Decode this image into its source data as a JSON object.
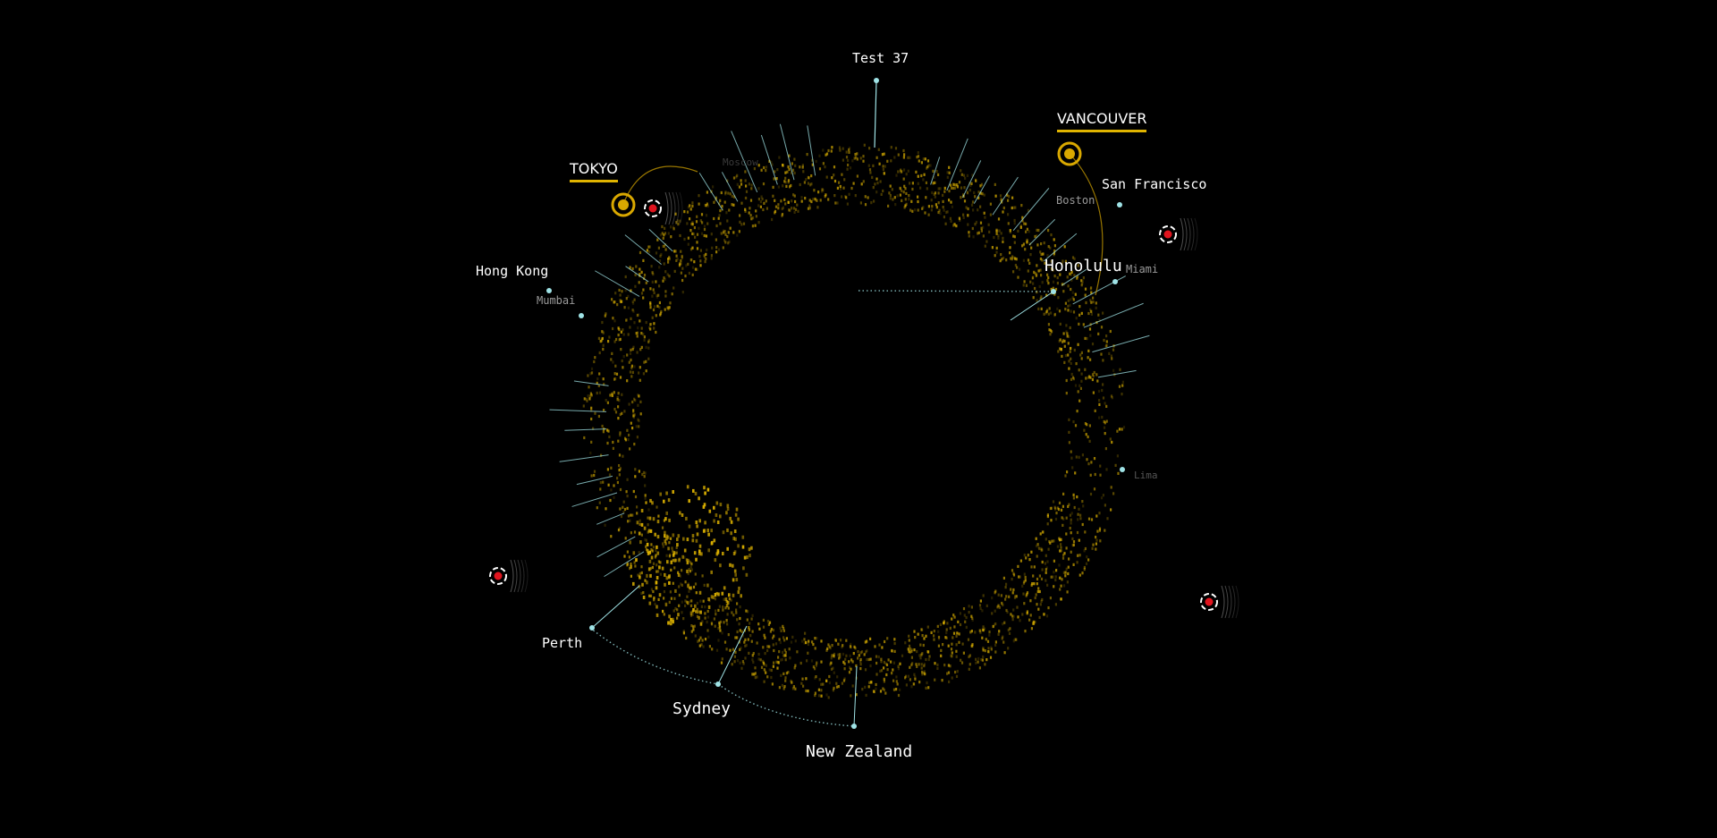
{
  "hubs": [
    {
      "id": "tokyo",
      "label": "TOKYO"
    },
    {
      "id": "vancouver",
      "label": "VANCOUVER"
    }
  ],
  "cities": [
    {
      "id": "test-37",
      "label": "Test 37"
    },
    {
      "id": "san-francisco",
      "label": "San Francisco"
    },
    {
      "id": "boston",
      "label": "Boston"
    },
    {
      "id": "honolulu",
      "label": "Honolulu"
    },
    {
      "id": "miami",
      "label": "Miami"
    },
    {
      "id": "hong-kong",
      "label": "Hong Kong"
    },
    {
      "id": "mumbai",
      "label": "Mumbai"
    },
    {
      "id": "lima",
      "label": "Lima"
    },
    {
      "id": "perth",
      "label": "Perth"
    },
    {
      "id": "sydney",
      "label": "Sydney"
    },
    {
      "id": "new-zealand",
      "label": "New Zealand"
    },
    {
      "id": "faint-city",
      "label": "Moscow"
    }
  ],
  "colors": {
    "background": "#000000",
    "land_dots": "#e0b400",
    "city_marker": "#9fe3e6",
    "hub_ring": "#d9a800",
    "alert": "#e0141e"
  },
  "icons": {
    "hub": "target-ring-icon",
    "alert": "satellite-alert-icon",
    "city": "city-pin-icon"
  }
}
